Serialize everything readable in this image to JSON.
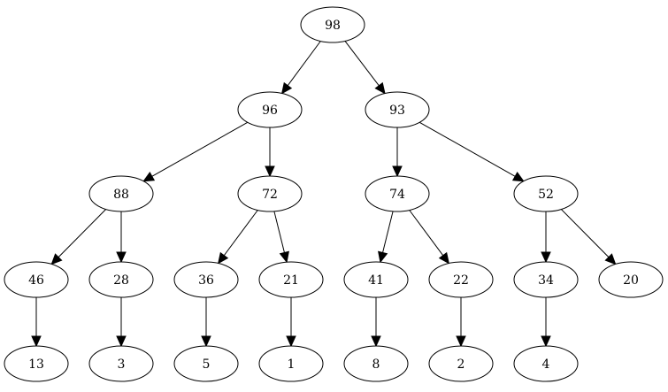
{
  "diagram": {
    "type": "binary-tree",
    "nodes": [
      {
        "id": "n98",
        "label": "98"
      },
      {
        "id": "n96",
        "label": "96"
      },
      {
        "id": "n93",
        "label": "93"
      },
      {
        "id": "n88",
        "label": "88"
      },
      {
        "id": "n72",
        "label": "72"
      },
      {
        "id": "n74",
        "label": "74"
      },
      {
        "id": "n52",
        "label": "52"
      },
      {
        "id": "n46",
        "label": "46"
      },
      {
        "id": "n28",
        "label": "28"
      },
      {
        "id": "n36",
        "label": "36"
      },
      {
        "id": "n21",
        "label": "21"
      },
      {
        "id": "n41",
        "label": "41"
      },
      {
        "id": "n22",
        "label": "22"
      },
      {
        "id": "n34",
        "label": "34"
      },
      {
        "id": "n20",
        "label": "20"
      },
      {
        "id": "n13",
        "label": "13"
      },
      {
        "id": "n3",
        "label": "3"
      },
      {
        "id": "n5",
        "label": "5"
      },
      {
        "id": "n1",
        "label": "1"
      },
      {
        "id": "n8",
        "label": "8"
      },
      {
        "id": "n2",
        "label": "2"
      },
      {
        "id": "n4",
        "label": "4"
      }
    ],
    "edges": [
      [
        "n98",
        "n96"
      ],
      [
        "n98",
        "n93"
      ],
      [
        "n96",
        "n88"
      ],
      [
        "n96",
        "n72"
      ],
      [
        "n93",
        "n74"
      ],
      [
        "n93",
        "n52"
      ],
      [
        "n88",
        "n46"
      ],
      [
        "n88",
        "n28"
      ],
      [
        "n72",
        "n36"
      ],
      [
        "n72",
        "n21"
      ],
      [
        "n74",
        "n41"
      ],
      [
        "n74",
        "n22"
      ],
      [
        "n52",
        "n34"
      ],
      [
        "n52",
        "n20"
      ],
      [
        "n46",
        "n13"
      ],
      [
        "n28",
        "n3"
      ],
      [
        "n36",
        "n5"
      ],
      [
        "n21",
        "n1"
      ],
      [
        "n41",
        "n8"
      ],
      [
        "n22",
        "n2"
      ],
      [
        "n34",
        "n4"
      ]
    ]
  }
}
